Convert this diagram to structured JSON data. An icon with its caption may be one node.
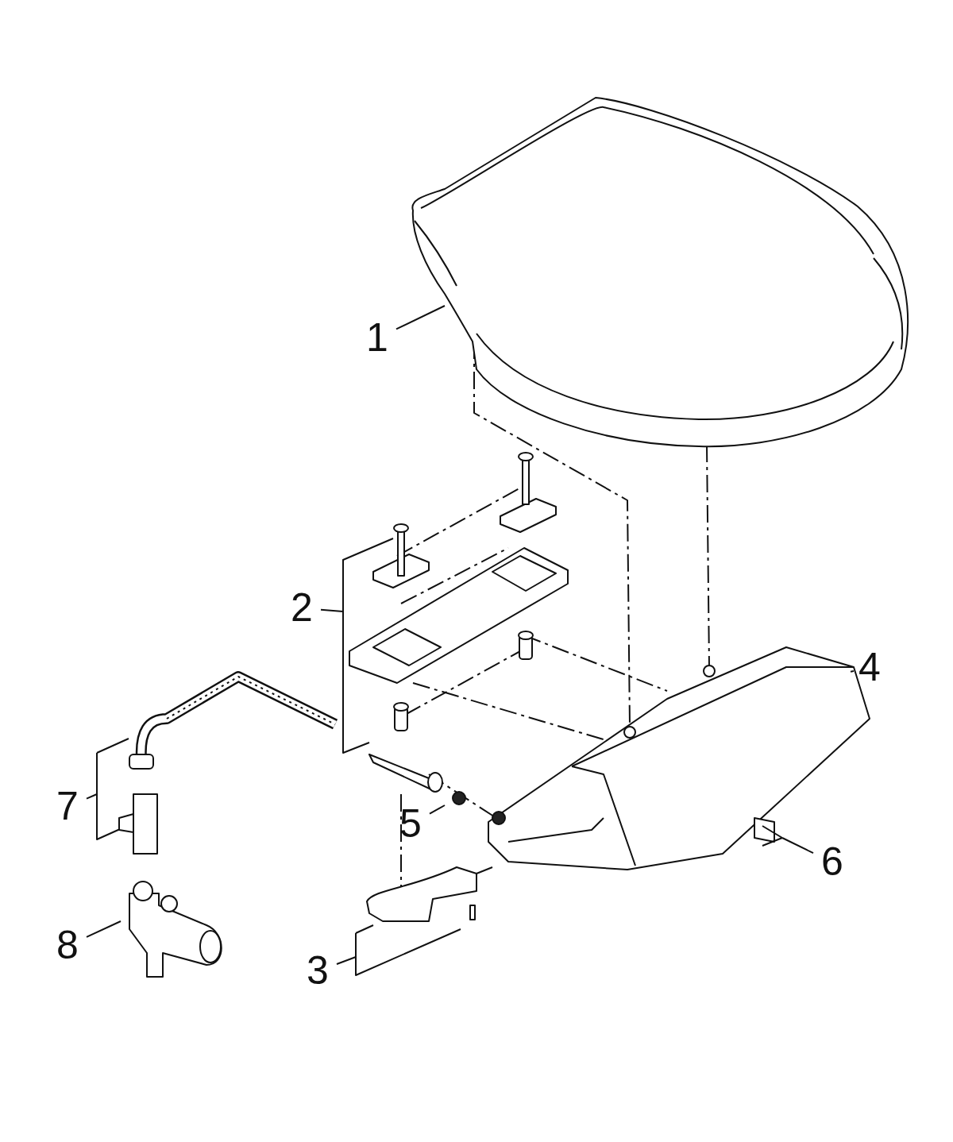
{
  "diagram": {
    "nodes": [
      {
        "text": [
          "1"
        ]
      },
      {
        "text": [
          "2"
        ]
      },
      {
        "text": [
          "4"
        ]
      },
      {
        "text": [
          "7"
        ]
      },
      {
        "text": [
          "5"
        ]
      },
      {
        "text": [
          "6"
        ]
      },
      {
        "text": [
          "8"
        ]
      },
      {
        "text": [
          "3"
        ]
      }
    ],
    "edges": [
      {
        "from": 0,
        "to": null,
        "arrow": "none"
      },
      {
        "from": 1,
        "to": null,
        "arrow": "none"
      },
      {
        "from": 2,
        "to": null,
        "arrow": "none"
      },
      {
        "from": 3,
        "to": null,
        "arrow": "none"
      },
      {
        "from": 4,
        "to": null,
        "arrow": "none"
      },
      {
        "from": 5,
        "to": null,
        "arrow": "none"
      },
      {
        "from": 6,
        "to": null,
        "arrow": "none"
      },
      {
        "from": 7,
        "to": null,
        "arrow": "none"
      }
    ]
  }
}
